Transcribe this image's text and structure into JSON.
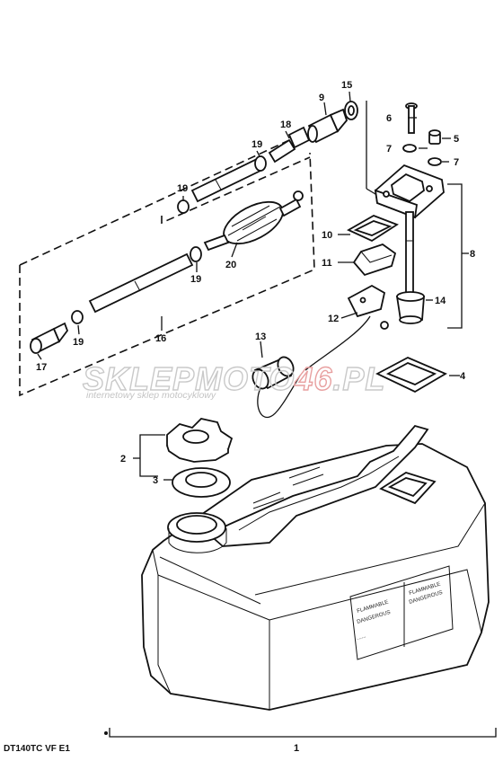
{
  "diagram": {
    "caption": "DT140TC VF E1",
    "labels": {
      "p1": "1",
      "p2": "2",
      "p3": "3",
      "p4": "4",
      "p5": "5",
      "p6": "6",
      "p7a": "7",
      "p7b": "7",
      "p8": "8",
      "p9": "9",
      "p10": "10",
      "p11": "11",
      "p12": "12",
      "p13": "13",
      "p14": "14",
      "p15": "15",
      "p16": "16",
      "p17": "17",
      "p18": "18",
      "p19a": "19",
      "p19b": "19",
      "p19c": "19",
      "p19d": "19",
      "p20": "20"
    },
    "watermark": {
      "brand_main": "SKLEPMOTO",
      "brand_accent": "46",
      "brand_tld": ".PL",
      "tagline": "internetowy sklep motocyklowy"
    }
  }
}
